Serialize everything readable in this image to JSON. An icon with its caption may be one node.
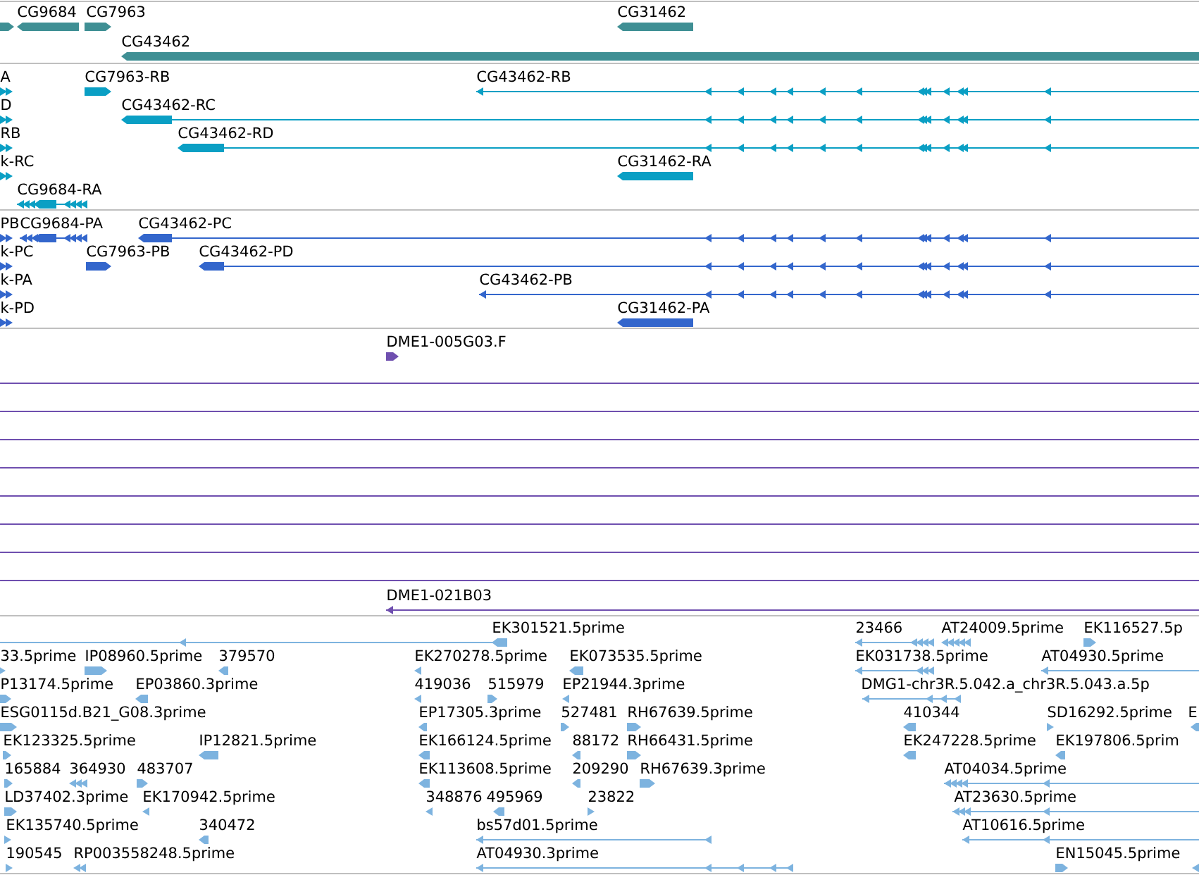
{
  "diagram": {
    "labels": [
      "CG9684",
      "CG7963",
      "CG31462",
      "CG43462",
      "A",
      "CG7963-RB",
      "CG43462-RB",
      "D",
      "CG43462-RC",
      "RB",
      "CG43462-RD",
      "k-RC",
      "CG31462-RA",
      "CG9684-RA",
      "PB",
      "CG9684-PA",
      "CG43462-PC",
      "k-PC",
      "CG7963-PB",
      "CG43462-PD",
      "k-PA",
      "CG43462-PB",
      "k-PD",
      "CG31462-PA",
      "DME1-005G03.F",
      "DME1-021B03",
      "EK301521.5prime",
      "23466",
      "AT24009.5prime",
      "EK116527.5p",
      "33.5prime",
      "IP08960.5prime",
      "379570",
      "EK270278.5prime",
      "EK073535.5prime",
      "EK031738.5prime",
      "AT04930.5prime",
      "P13174.5prime",
      "EP03860.3prime",
      "419036",
      "515979",
      "EP21944.3prime",
      "DMG1-chr3R.5.042.a_chr3R.5.043.a.5p",
      "ESG0115d.B21_G08.3prime",
      "EP17305.3prime",
      "527481",
      "RH67639.5prime",
      "410344",
      "SD16292.5prime",
      "E",
      "EK123325.5prime",
      "IP12821.5prime",
      "EK166124.5prime",
      "88172",
      "RH66431.5prime",
      "EK247228.5prime",
      "EK197806.5prim",
      "165884",
      "364930",
      "483707",
      "EK113608.5prime",
      "209290",
      "RH67639.3prime",
      "AT04034.5prime",
      "LD37402.3prime",
      "EK170942.5prime",
      "348876",
      "495969",
      "23822",
      "AT23630.5prime",
      "EK135740.5prime",
      "340472",
      "bs57d01.5prime",
      "AT10616.5prime",
      "190545",
      "RP003558248.5prime",
      "AT04930.3prime",
      "EN15045.5prime"
    ]
  }
}
